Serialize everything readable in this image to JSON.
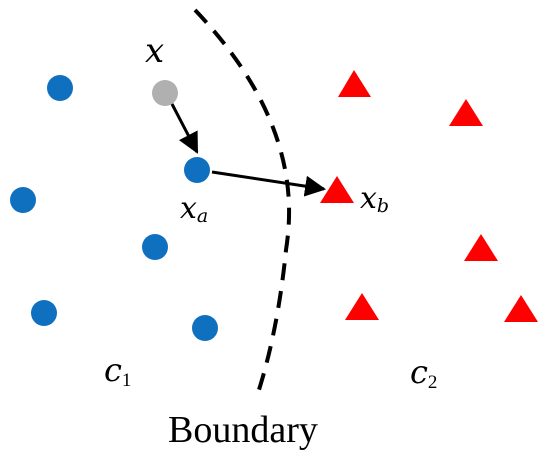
{
  "colors": {
    "class1_point": "#1070c0",
    "class2_point": "#ff0000",
    "query_point": "#b0b0b0",
    "boundary": "#000000",
    "arrow": "#000000",
    "background": "#ffffff"
  },
  "labels": {
    "x": {
      "base": "x",
      "sub": ""
    },
    "xa": {
      "base": "x",
      "sub": "a"
    },
    "xb": {
      "base": "x",
      "sub": "b"
    },
    "c1": {
      "base": "c",
      "sub": "1"
    },
    "c2": {
      "base": "c",
      "sub": "2"
    },
    "boundary": "Boundary"
  },
  "markers": {
    "class1": "circle",
    "class2": "triangle",
    "query": "circle"
  }
}
